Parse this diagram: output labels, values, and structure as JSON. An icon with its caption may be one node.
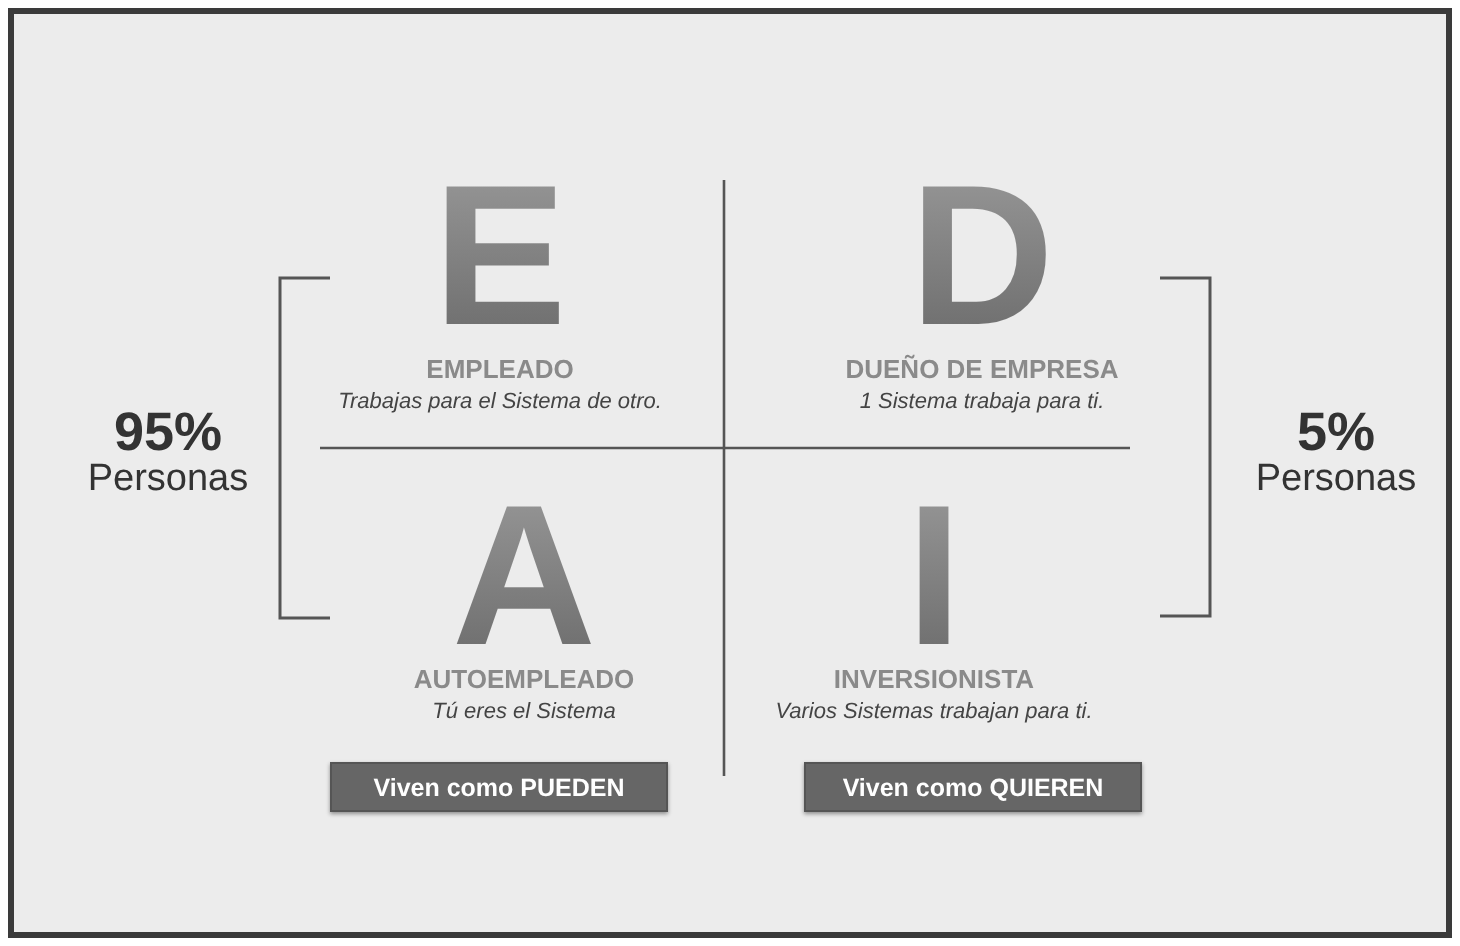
{
  "diagram": {
    "nodes": [
      {
        "text": [
          "Viven como PUEDEN"
        ]
      },
      {
        "text": [
          "Viven como QUIEREN"
        ]
      }
    ],
    "edges": [],
    "labels": [
      "E",
      "EMPLEADO",
      "Trabajas para el Sistema de otro.",
      "D",
      "DUEÑO DE EMPRESA",
      "1 Sistema trabaja para ti.",
      "95%",
      "Personas",
      "5%",
      "Personas",
      "A",
      "AUTOEMPLEADO",
      "Tú eres el Sistema",
      "I",
      "INVERSIONISTA",
      "Varios Sistemas trabajan para ti."
    ]
  }
}
